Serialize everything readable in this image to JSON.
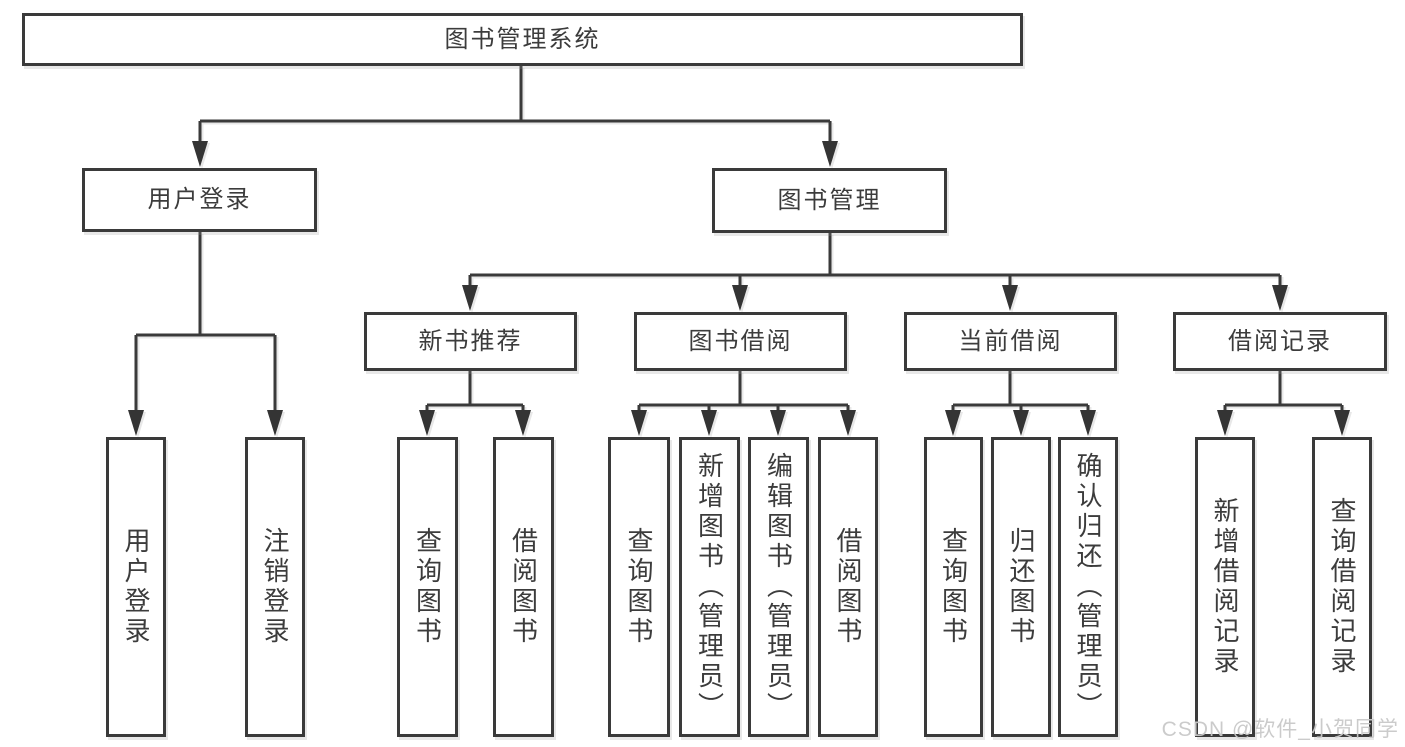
{
  "tree": {
    "label": "图书管理系统",
    "children": [
      {
        "label": "用户登录",
        "children": [
          {
            "label": "用户登录"
          },
          {
            "label": "注销登录"
          }
        ]
      },
      {
        "label": "图书管理",
        "children": [
          {
            "label": "新书推荐",
            "children": [
              {
                "label": "查询图书"
              },
              {
                "label": "借阅图书"
              }
            ]
          },
          {
            "label": "图书借阅",
            "children": [
              {
                "label": "查询图书"
              },
              {
                "label": "新增图书（管理员）"
              },
              {
                "label": "编辑图书（管理员）"
              },
              {
                "label": "借阅图书"
              }
            ]
          },
          {
            "label": "当前借阅",
            "children": [
              {
                "label": "查询图书"
              },
              {
                "label": "归还图书"
              },
              {
                "label": "确认归还（管理员）"
              }
            ]
          },
          {
            "label": "借阅记录",
            "children": [
              {
                "label": "新增借阅记录"
              },
              {
                "label": "查询借阅记录"
              }
            ]
          }
        ]
      }
    ]
  },
  "watermark": {
    "text": "CSDN @软件_小贺同学"
  },
  "colors": {
    "line": "#3a3a3a",
    "text": "#3c3c3c",
    "watermark": "#c9c9c9",
    "background": "#ffffff"
  }
}
